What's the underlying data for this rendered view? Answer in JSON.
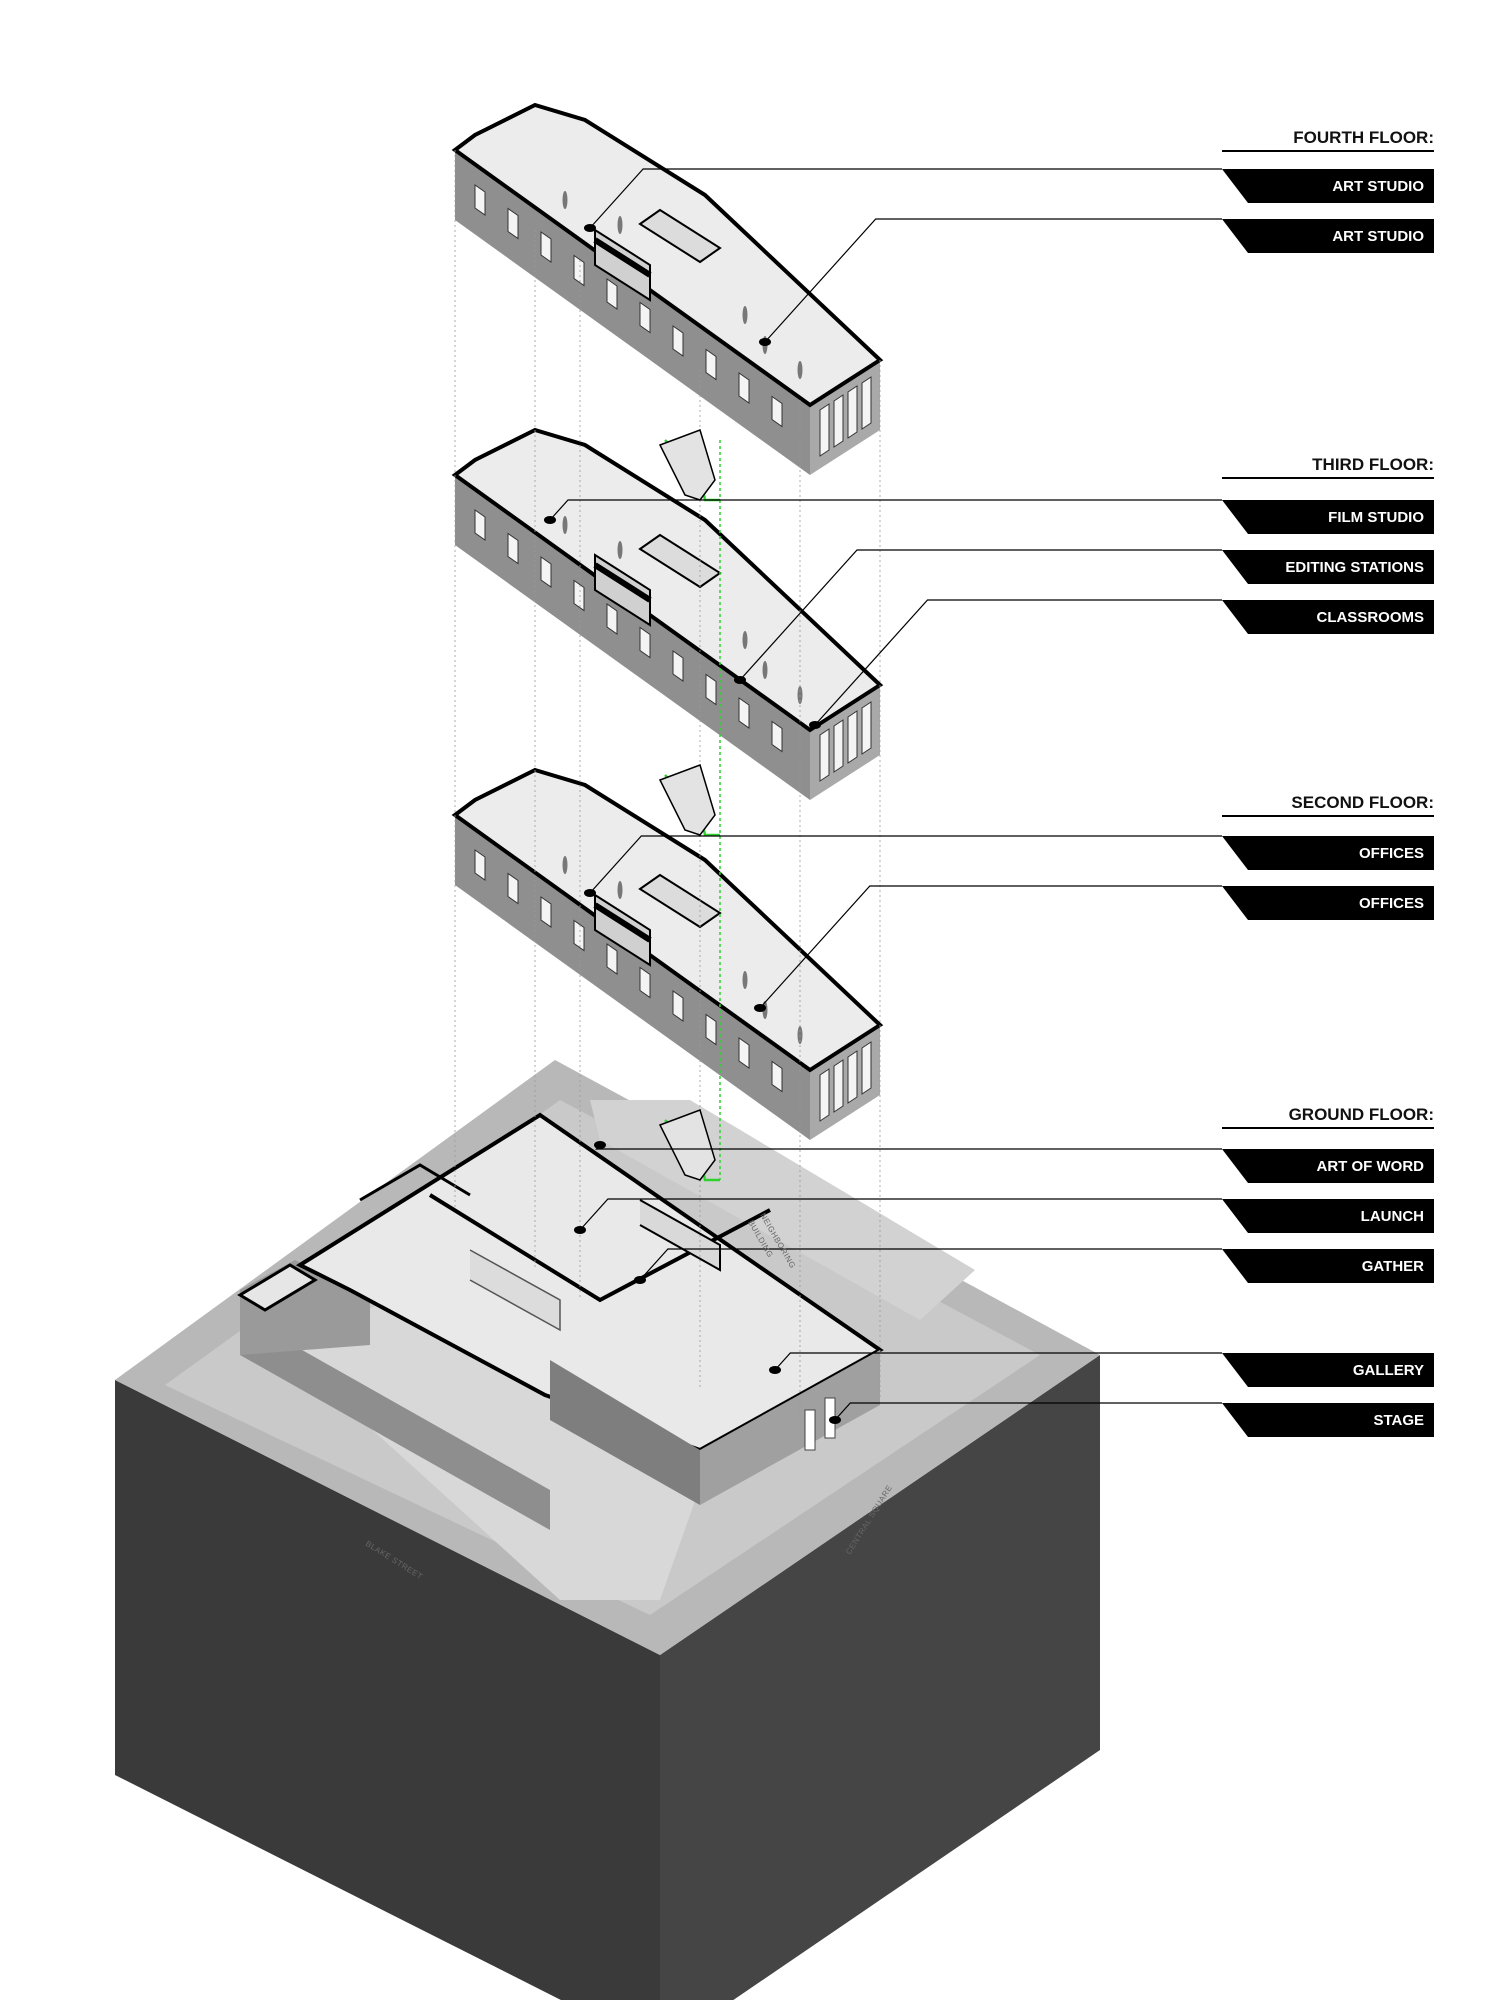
{
  "floors": [
    {
      "key": "fourth",
      "title": "FOURTH FLOOR:",
      "rooms": [
        "ART STUDIO",
        "ART STUDIO"
      ]
    },
    {
      "key": "third",
      "title": "THIRD FLOOR:",
      "rooms": [
        "FILM STUDIO",
        "EDITING STATIONS",
        "CLASSROOMS"
      ]
    },
    {
      "key": "second",
      "title": "SECOND FLOOR:",
      "rooms": [
        "OFFICES",
        "OFFICES"
      ]
    },
    {
      "key": "ground",
      "title": "GROUND FLOOR:",
      "rooms": [
        "ART OF WORD",
        "LAUNCH",
        "GATHER",
        "GALLERY",
        "STAGE"
      ]
    }
  ],
  "site": {
    "neighboring_building_line1": "NEIGHBORING",
    "neighboring_building_line2": "BUILDING",
    "street_left": "BLAKE STREET",
    "street_right": "CENTRAL SQUARE"
  },
  "colors": {
    "label_fill": "#000000",
    "label_text": "#ffffff",
    "leader_line": "#000000",
    "circulation": "#2fd12f",
    "base_dark": "#3d3d3d",
    "ground_plane": "#bdbdbd"
  }
}
